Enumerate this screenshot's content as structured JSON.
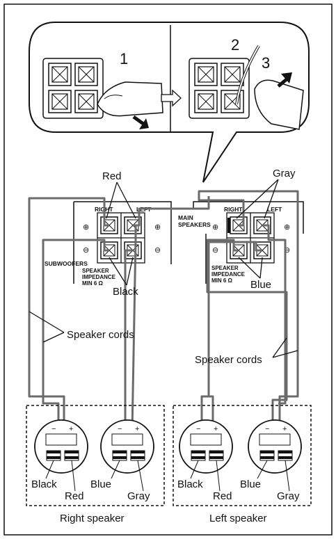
{
  "callout": {
    "step1": "1",
    "step2": "2",
    "step3": "3"
  },
  "panel": {
    "sub_right": "RIGHT",
    "sub_left": "LEFT",
    "main_right": "RIGHT",
    "main_left": "LEFT",
    "main_speakers_line1": "MAIN",
    "main_speakers_line2": "SPEAKERS",
    "subwoofers": "SUBWOOFERS",
    "impedance_sub": [
      "SPEAKER",
      "IMPEDANCE",
      "MIN 6 Ω"
    ],
    "impedance_main": [
      "SPEAKER",
      "IMPEDANCE",
      "MIN 6 Ω"
    ],
    "plus": "⊕",
    "minus": "⊖"
  },
  "labels": {
    "red_top": "Red",
    "gray_top": "Gray",
    "black_mid": "Black",
    "blue_mid": "Blue",
    "speaker_cords_left": "Speaker cords",
    "speaker_cords_right": "Speaker cords"
  },
  "speakers": {
    "terminal_minus": "−",
    "terminal_plus": "+",
    "right": {
      "caption": "Right speaker",
      "black": "Black",
      "red": "Red",
      "blue": "Blue",
      "gray": "Gray"
    },
    "left": {
      "caption": "Left speaker",
      "black": "Black",
      "red": "Red",
      "blue": "Blue",
      "gray": "Gray"
    }
  }
}
